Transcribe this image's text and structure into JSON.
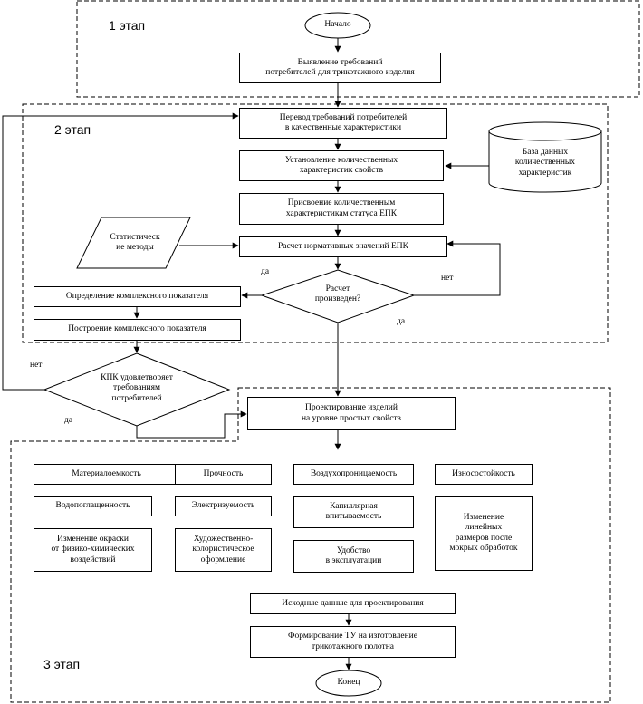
{
  "stages": {
    "s1": "1 этап",
    "s2": "2 этап",
    "s3": "3 этап"
  },
  "nodes": {
    "start": "Начало",
    "n1": "Выявление требований\nпотребителей для трикотажного изделия",
    "n2": "Перевод требований потребителей\nв качественные характеристики",
    "n3": "Установление количественных\nхарактеристик свойств",
    "db": "База данных\nколичественных\nхарактеристик",
    "n4": "Присвоение количественным\nхарактеристикам статуса ЕПК",
    "stat": "Статистическ\nие методы",
    "n5": "Расчет нормативных значений ЕПК",
    "d1": "Расчет\nпроизведен?",
    "n6": "Определение комплексного показателя",
    "n7": "Построение комплексного показателя",
    "d2": "КПК удовлетворяет\nтребованиям\nпотребителей",
    "n8": "Проектирование изделий\nна уровне простых свойств",
    "p1": "Материалоемкость",
    "p2": "Прочность",
    "p3": "Воздухопроницаемость",
    "p4": "Износостойкость",
    "p5": "Водопоглащенность",
    "p6": "Электризуемость",
    "p7": "Капиллярная\nвпитываемость",
    "p8": "Изменение\nлинейных\nразмеров после\nмокрых обработок",
    "p9": "Изменение окраски\nот физико-химических\nвоздействий",
    "p10": "Художественно-\nколористическое\nоформление",
    "p11": "Удобство\nв эксплуатации",
    "n9": "Исходные данные для проектирования",
    "n10": "Формирование ТУ на изготовление\nтрикотажного полотна",
    "end": "Конец"
  },
  "edge_labels": {
    "d1_yes": "да",
    "d1_no": "нет",
    "d1_yes_down": "да",
    "d2_no": "нет",
    "d2_yes": "да"
  }
}
